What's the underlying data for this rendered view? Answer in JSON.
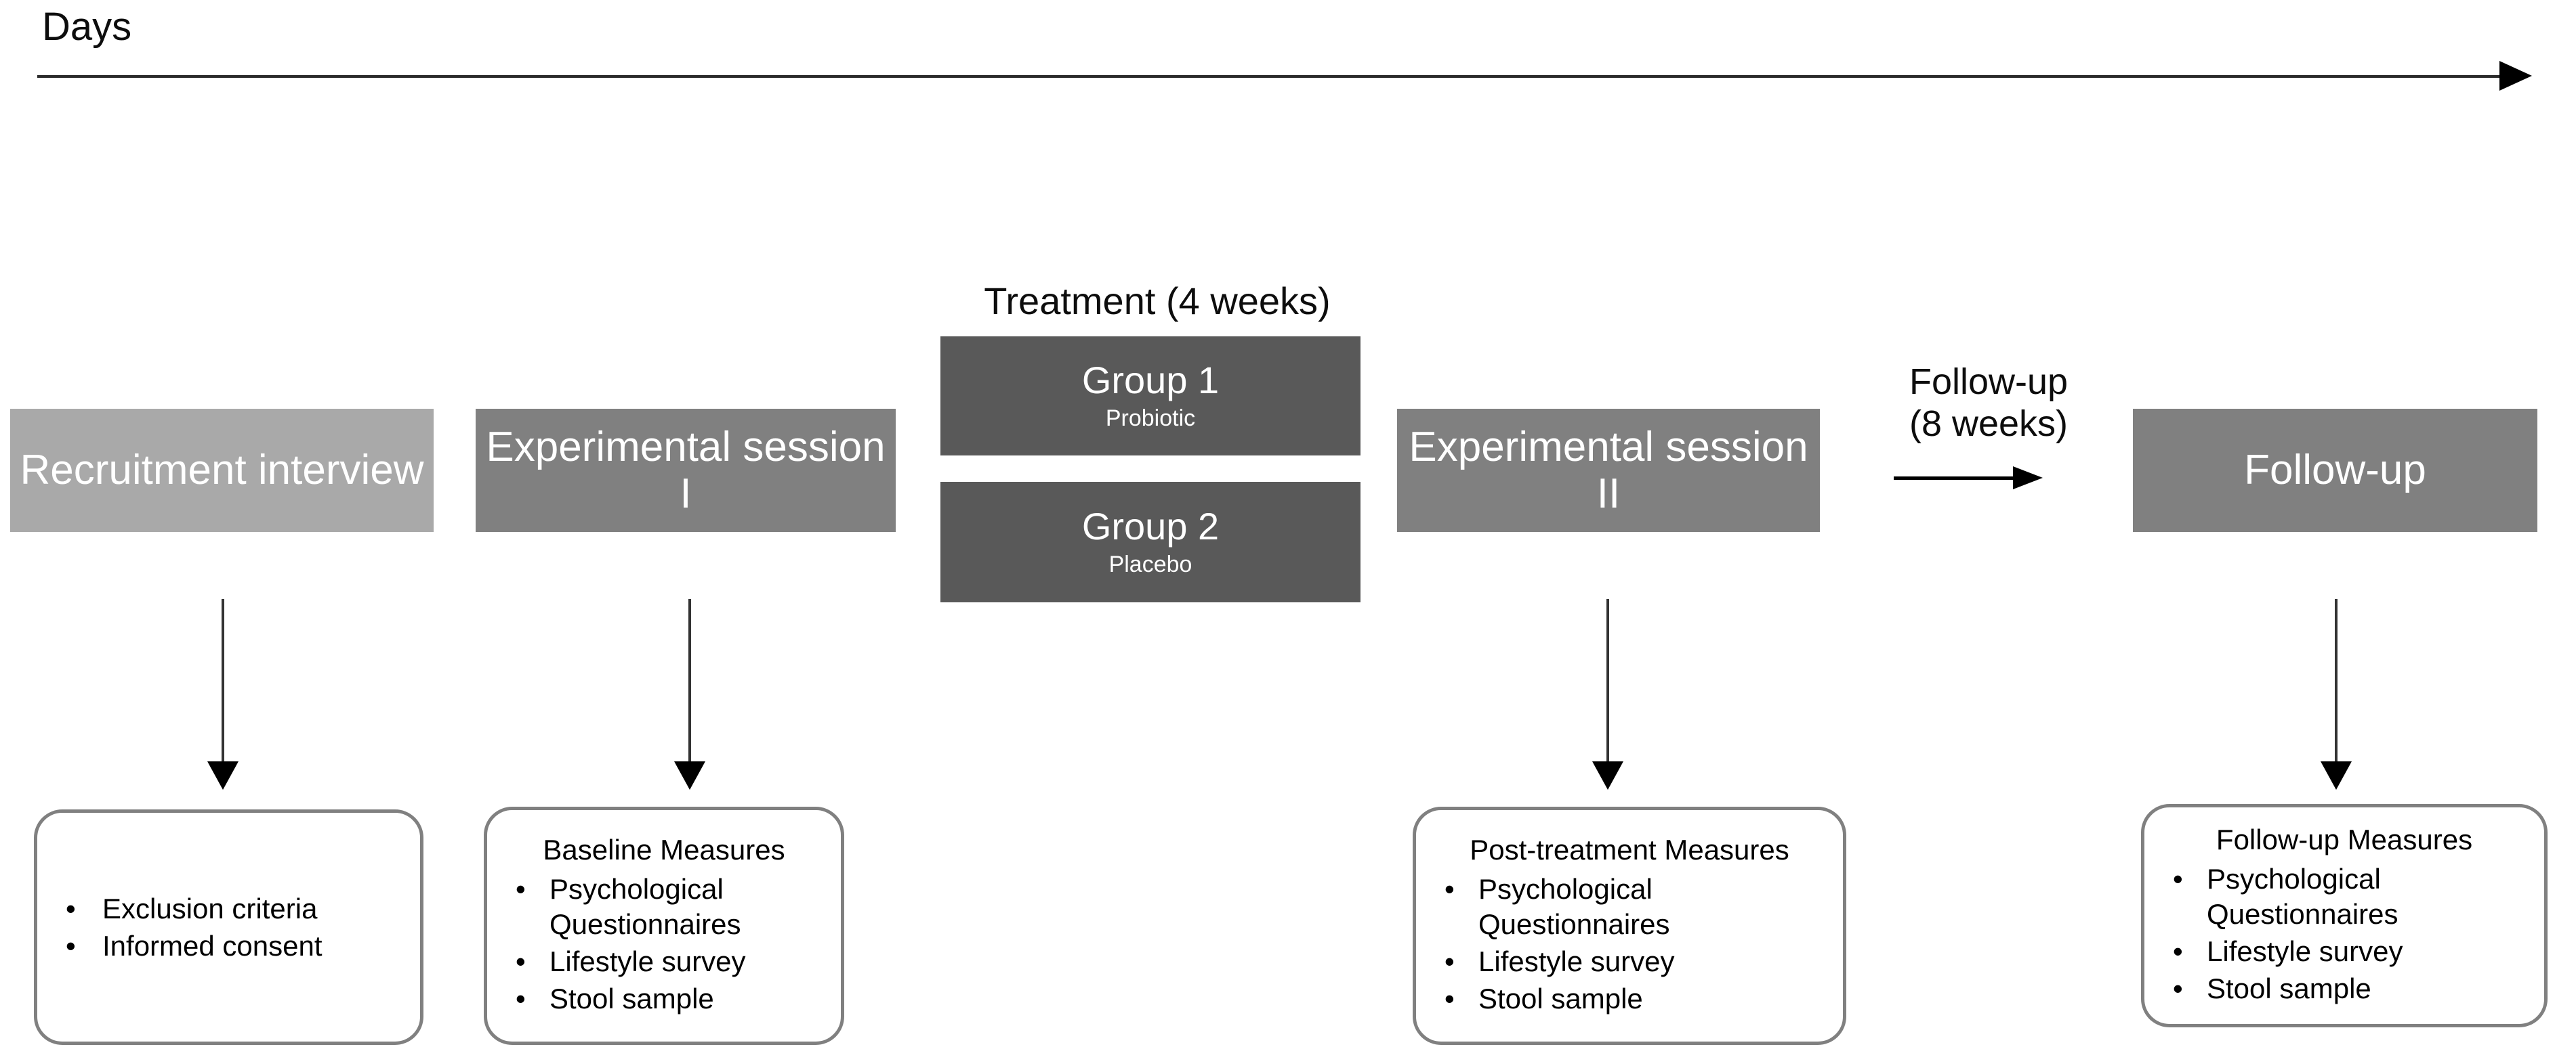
{
  "timeline": {
    "label": "Days"
  },
  "treatment": {
    "title": "Treatment (4 weeks)",
    "groups": [
      {
        "name": "Group 1",
        "condition": "Probiotic"
      },
      {
        "name": "Group 2",
        "condition": "Placebo"
      }
    ]
  },
  "followup_note": {
    "line1": "Follow-up",
    "line2": "(8 weeks)"
  },
  "stages": [
    {
      "id": "recruitment",
      "label": "Recruitment interview",
      "color": "#a9a9a9"
    },
    {
      "id": "experimental-session-1",
      "label": "Experimental session I",
      "color": "#808080"
    },
    {
      "id": "experimental-session-2",
      "label": "Experimental session II",
      "color": "#808080"
    },
    {
      "id": "followup",
      "label": "Follow-up",
      "color": "#808080"
    }
  ],
  "callouts": [
    {
      "id": "recruitment-measures",
      "title": "",
      "items": [
        "Exclusion criteria",
        "Informed consent"
      ]
    },
    {
      "id": "baseline-measures",
      "title": "Baseline Measures",
      "items": [
        "Psychological Questionnaires",
        "Lifestyle survey",
        "Stool sample"
      ]
    },
    {
      "id": "post-treatment-measures",
      "title": "Post-treatment Measures",
      "items": [
        "Psychological Questionnaires",
        "Lifestyle survey",
        "Stool sample"
      ]
    },
    {
      "id": "followup-measures",
      "title": "Follow-up Measures",
      "items": [
        "Psychological Questionnaires",
        "Lifestyle survey",
        "Stool sample"
      ]
    }
  ]
}
